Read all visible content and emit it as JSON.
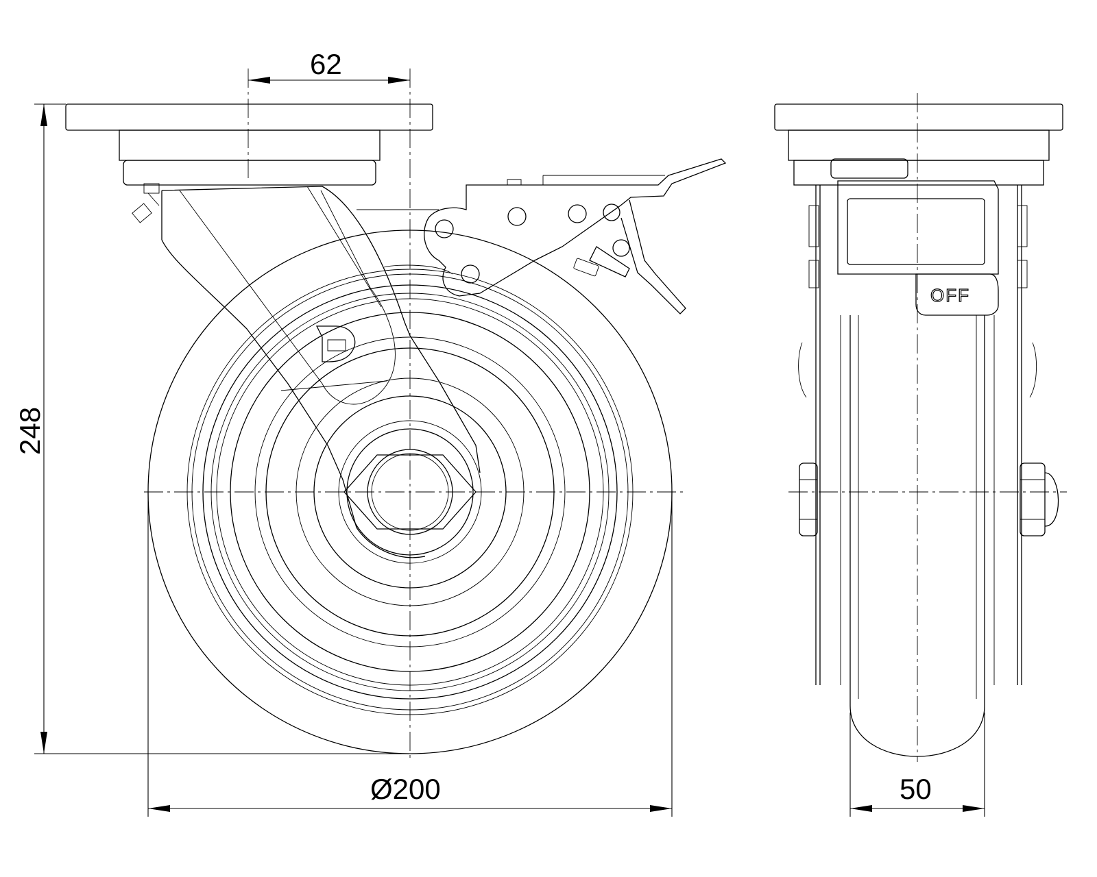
{
  "drawing": {
    "dimensions": {
      "plate_hole_offset": "62",
      "overall_height": "248",
      "wheel_diameter": "Ø200",
      "wheel_width": "50"
    },
    "brake_label": "OFF",
    "logo_letter": "D"
  }
}
